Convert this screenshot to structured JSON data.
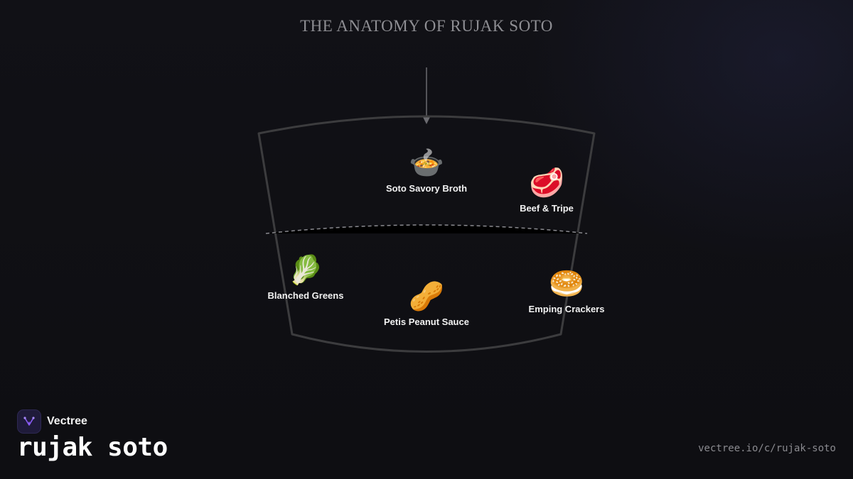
{
  "title": "THE ANATOMY OF RUJAK SOTO",
  "ingredients": [
    {
      "name": "Soto Savory Broth",
      "icon": "🍲",
      "layer": "top"
    },
    {
      "name": "Beef & Tripe",
      "icon": "🥩",
      "layer": "top"
    },
    {
      "name": "Blanched Greens",
      "icon": "🥬",
      "layer": "bottom"
    },
    {
      "name": "Petis Peanut Sauce",
      "icon": "🥜",
      "layer": "bottom"
    },
    {
      "name": "Emping Crackers",
      "icon": "🥯",
      "layer": "bottom"
    }
  ],
  "brand": {
    "name": "Vectree",
    "accent": "#8b5cf6"
  },
  "footer": {
    "dish_name": "rujak soto",
    "url": "vectree.io/c/rujak-soto"
  },
  "colors": {
    "background": "#0f0f13",
    "outline": "#3c3c3e",
    "text": "#f2f2f2",
    "muted": "#8e8e93"
  }
}
